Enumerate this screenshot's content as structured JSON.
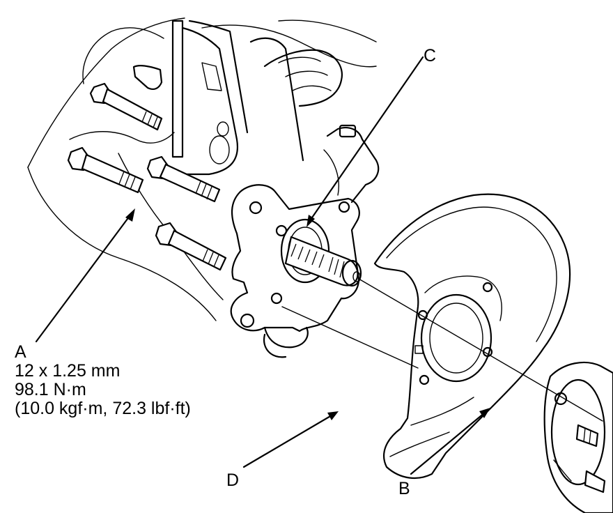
{
  "labels": {
    "a": "A",
    "b": "B",
    "c": "C",
    "d": "D"
  },
  "spec_a": {
    "size": "12 x 1.25 mm",
    "torque_nm": "98.1 N·m",
    "torque_alt": "(10.0 kgf·m, 72.3 lbf·ft)"
  },
  "colors": {
    "line": "#000000",
    "background": "#ffffff"
  }
}
